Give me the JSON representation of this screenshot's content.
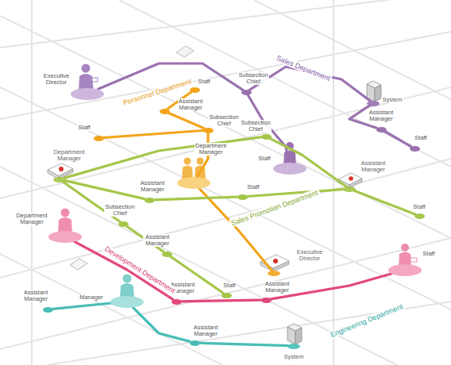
{
  "diagram": {
    "nodes": [
      {
        "text": [
          "Executive Director"
        ]
      },
      {
        "text": [
          "Staff"
        ]
      },
      {
        "text": [
          "Subsection Chief"
        ]
      },
      {
        "text": [
          "Assistant Manager"
        ]
      },
      {
        "text": [
          "Assistant Manager"
        ]
      },
      {
        "text": [
          "System"
        ]
      },
      {
        "text": [
          "Staff"
        ]
      },
      {
        "text": [
          "Subsection Chief"
        ]
      },
      {
        "text": [
          "Subsection Chief"
        ]
      },
      {
        "text": [
          "Staff"
        ]
      },
      {
        "text": [
          "Department Manager"
        ]
      },
      {
        "text": [
          "Department Manager"
        ]
      },
      {
        "text": [
          "Staff"
        ]
      },
      {
        "text": [
          "Assistant Manager"
        ]
      },
      {
        "text": [
          "Staff"
        ]
      },
      {
        "text": [
          "Assistant Manager"
        ]
      },
      {
        "text": [
          "Staff"
        ]
      },
      {
        "text": [
          "Subsection Chief"
        ]
      },
      {
        "text": [
          "Department Manager"
        ]
      },
      {
        "text": [
          "Assistant Manager"
        ]
      },
      {
        "text": [
          "Staff"
        ]
      },
      {
        "text": [
          "Executive Director"
        ]
      },
      {
        "text": [
          "Assistant Manager"
        ]
      },
      {
        "text": [
          "Manager"
        ]
      },
      {
        "text": [
          "Assistant Manager"
        ]
      },
      {
        "text": [
          "Staff"
        ]
      },
      {
        "text": [
          "Assistant Manager"
        ]
      },
      {
        "text": [
          "Assistant Manager"
        ]
      },
      {
        "text": [
          "System"
        ]
      }
    ],
    "edges": [
      {
        "from": 0,
        "to": 2,
        "arrow": "none"
      },
      {
        "from": 2,
        "to": 5,
        "arrow": "none"
      },
      {
        "from": 5,
        "to": 4,
        "arrow": "none"
      },
      {
        "from": 4,
        "to": 9,
        "arrow": "none"
      },
      {
        "from": 2,
        "to": 12,
        "arrow": "none"
      },
      {
        "from": 1,
        "to": 3,
        "arrow": "none"
      },
      {
        "from": 3,
        "to": 7,
        "arrow": "none"
      },
      {
        "from": 6,
        "to": 7,
        "arrow": "none"
      },
      {
        "from": 7,
        "to": 11,
        "arrow": "none"
      },
      {
        "from": 11,
        "to": 21,
        "arrow": "none"
      },
      {
        "from": 10,
        "to": 8,
        "arrow": "none"
      },
      {
        "from": 10,
        "to": 13,
        "arrow": "none"
      },
      {
        "from": 13,
        "to": 14,
        "arrow": "none"
      },
      {
        "from": 14,
        "to": 15,
        "arrow": "none"
      },
      {
        "from": 15,
        "to": 16,
        "arrow": "none"
      },
      {
        "from": 8,
        "to": 15,
        "arrow": "none"
      },
      {
        "from": 10,
        "to": 17,
        "arrow": "none"
      },
      {
        "from": 17,
        "to": 19,
        "arrow": "none"
      },
      {
        "from": 19,
        "to": 25,
        "arrow": "none"
      },
      {
        "from": 18,
        "to": 24,
        "arrow": "none"
      },
      {
        "from": 24,
        "to": 26,
        "arrow": "none"
      },
      {
        "from": 26,
        "to": 20,
        "arrow": "none"
      },
      {
        "from": 22,
        "to": 23,
        "arrow": "none"
      },
      {
        "from": 23,
        "to": 27,
        "arrow": "none"
      },
      {
        "from": 27,
        "to": 28,
        "arrow": "none"
      }
    ],
    "labels": [
      "Sales Department",
      "Personnel Department",
      "Sales Promotion Department",
      "Development Department",
      "Engineering Department"
    ]
  }
}
